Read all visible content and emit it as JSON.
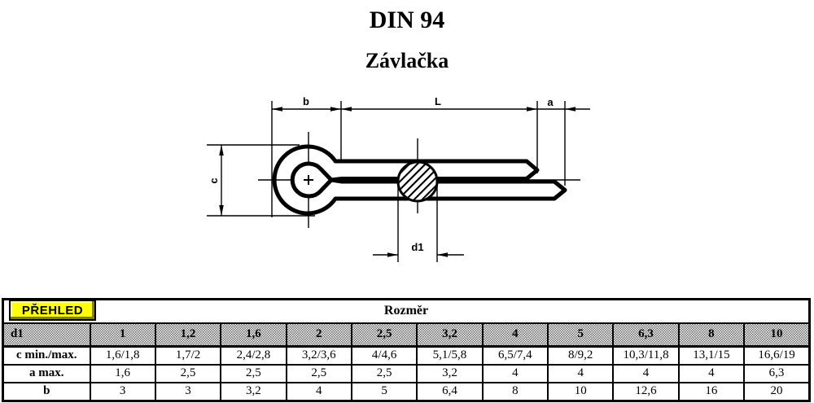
{
  "title": "DIN 94",
  "subtitle": "Závlačka",
  "drawing": {
    "dim_labels": {
      "b": "b",
      "L": "L",
      "a": "a",
      "c": "c",
      "d1": "d1"
    }
  },
  "table": {
    "button_label": "PŘEHLED",
    "header": "Rozměr",
    "columns": [
      "d1",
      "1",
      "1,2",
      "1,6",
      "2",
      "2,5",
      "3,2",
      "4",
      "5",
      "6,3",
      "8",
      "10"
    ],
    "rows": [
      {
        "label": "c min./max.",
        "values": [
          "1,6/1,8",
          "1,7/2",
          "2,4/2,8",
          "3,2/3,6",
          "4/4,6",
          "5,1/5,8",
          "6,5/7,4",
          "8/9,2",
          "10,3/11,8",
          "13,1/15",
          "16,6/19"
        ]
      },
      {
        "label": "a max.",
        "values": [
          "1,6",
          "2,5",
          "2,5",
          "2,5",
          "2,5",
          "3,2",
          "4",
          "4",
          "4",
          "4",
          "6,3"
        ]
      },
      {
        "label": "b",
        "values": [
          "3",
          "3",
          "3,2",
          "4",
          "5",
          "6,4",
          "8",
          "10",
          "12,6",
          "16",
          "20"
        ]
      }
    ]
  },
  "colors": {
    "button_bg": "#ffff00",
    "button_highlight": "#ffff99",
    "button_shadow": "#7f7f00",
    "line_color": "#000000",
    "header_dot_gray": "#6e6e6e"
  }
}
